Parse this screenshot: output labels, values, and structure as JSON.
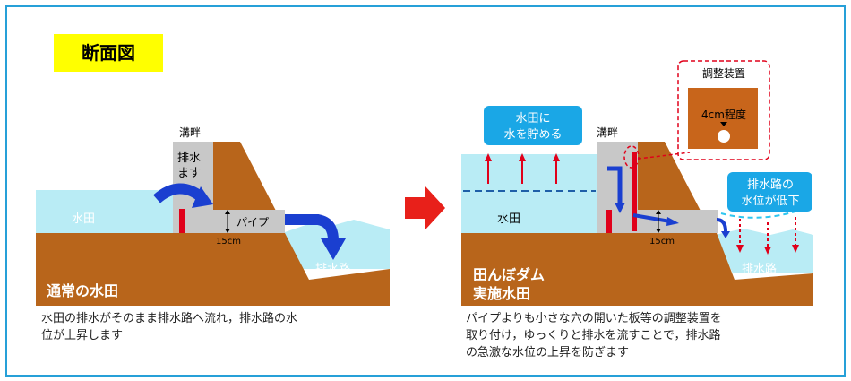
{
  "title": "断面図",
  "left": {
    "levee_label": "溝畔",
    "box_label_1": "排水",
    "box_label_2": "ます",
    "pipe_label": "パイプ",
    "depth_label": "15cm",
    "paddy_label": "水田",
    "drain_label": "排水路",
    "bottom_label": "通常の水田",
    "caption_line1": "水田の排水がそのまま排水路へ流れ，排水路の水",
    "caption_line2": "位が上昇します"
  },
  "right": {
    "levee_label": "溝畔",
    "store_label_1": "水田に",
    "store_label_2": "水を貯める",
    "device_title": "調整装置",
    "device_label": "4cm程度",
    "drain_low_1": "排水路の",
    "drain_low_2": "水位が低下",
    "paddy_label": "水田",
    "depth_label": "15cm",
    "drain_label": "排水路",
    "bottom_label_1": "田んぼダム",
    "bottom_label_2": "実施水田",
    "caption_line1": "パイプよりも小さな穴の開いた板等の調整装置を",
    "caption_line2": "取り付け，ゆっくりと排水を流すことで，排水路",
    "caption_line3": "の急激な水位の上昇を防ぎます"
  },
  "colors": {
    "soil": "#b8651b",
    "water": "#b9ecf5",
    "box": "#c8c8c8",
    "flow": "#1a3fd0",
    "board": "#e0001a",
    "callout": "#1aa7e6",
    "arrow": "#e8201a"
  }
}
